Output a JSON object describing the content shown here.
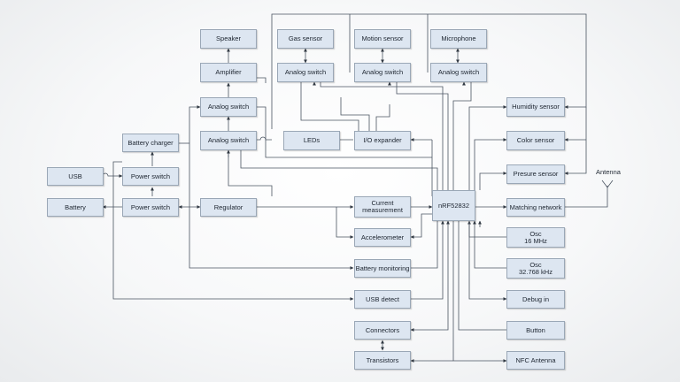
{
  "blocks": {
    "speaker": "Speaker",
    "gas_sensor": "Gas sensor",
    "motion_sensor": "Motion sensor",
    "microphone": "Microphone",
    "amplifier": "Amplifier",
    "analog_switch_gas": "Analog switch",
    "analog_switch_motion": "Analog switch",
    "analog_switch_mic": "Analog switch",
    "analog_switch_amp": "Analog switch",
    "humidity_sensor": "Humidity sensor",
    "battery_charger": "Battery charger",
    "analog_switch_charger": "Analog switch",
    "leds": "LEDs",
    "io_expander": "I/O expander",
    "color_sensor": "Color sensor",
    "usb": "USB",
    "power_switch_usb": "Power switch",
    "pressure_sensor": "Presure sensor",
    "battery": "Battery",
    "power_switch_battery": "Power switch",
    "regulator": "Regulator",
    "current_measurement": "Current\nmeasurement",
    "mcu": "nRF52832",
    "matching_network": "Matching network",
    "accelerometer": "Accelerometer",
    "osc_16": "Osc\n16 MHz",
    "battery_monitoring": "Battery monitoring",
    "osc_32": "Osc\n32.768 kHz",
    "usb_detect": "USB detect",
    "debug_in": "Debug in",
    "connectors": "Connectors",
    "button": "Button",
    "transistors": "Transistors",
    "nfc_antenna": "NFC Antenna"
  },
  "labels": {
    "antenna": "Antenna"
  }
}
